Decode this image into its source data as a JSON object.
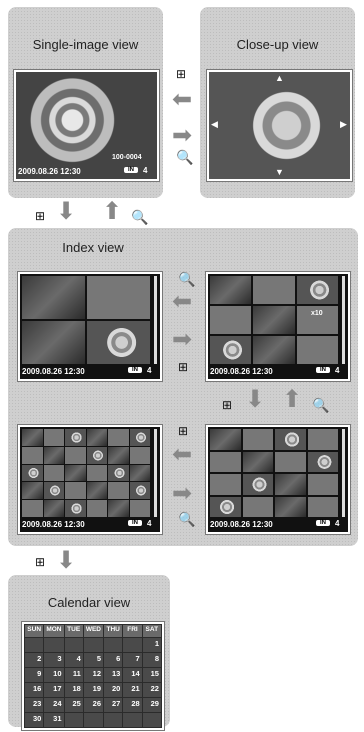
{
  "panels": {
    "single_title": "Single-image view",
    "closeup_title": "Close-up view",
    "index_title": "Index view",
    "calendar_title": "Calendar view"
  },
  "screen": {
    "datetime": "2009.08.26  12:30",
    "file_no": "100-0004",
    "count": "4",
    "protect_count": "x10",
    "in_label": "IN"
  },
  "calendar": {
    "days_header": [
      "SUN",
      "MON",
      "TUE",
      "WED",
      "THU",
      "FRI",
      "SAT"
    ],
    "dates": [
      "",
      "",
      "",
      "",
      "",
      "",
      "1",
      "2",
      "3",
      "4",
      "5",
      "6",
      "7",
      "8",
      "9",
      "10",
      "11",
      "12",
      "13",
      "14",
      "15",
      "16",
      "17",
      "18",
      "19",
      "20",
      "21",
      "22",
      "23",
      "24",
      "25",
      "26",
      "27",
      "28",
      "29",
      "30",
      "31",
      "",
      "",
      "",
      "",
      ""
    ]
  },
  "icons": {
    "zoom_out": "zoom-out-icon",
    "zoom_in": "zoom-in-icon",
    "arrow": "arrow-icon"
  }
}
